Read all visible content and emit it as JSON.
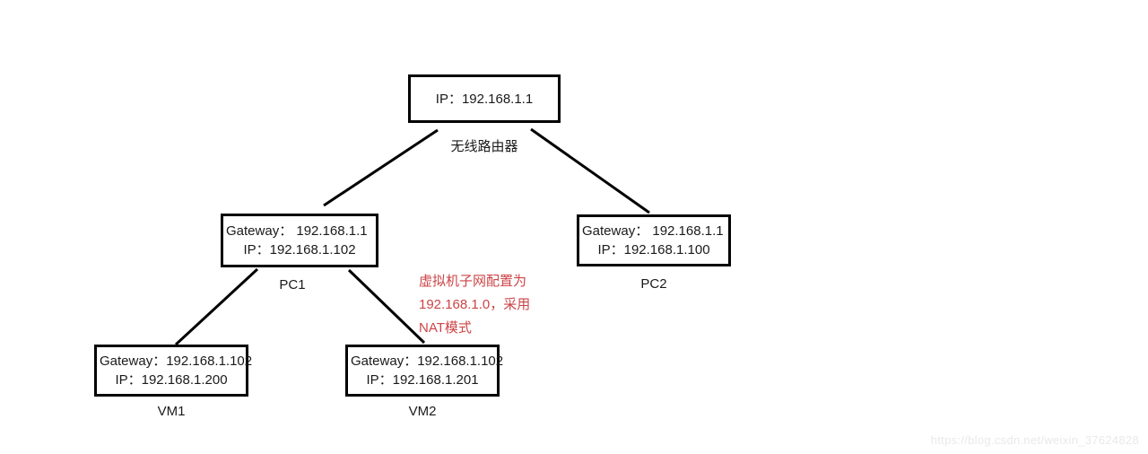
{
  "diagram": {
    "router": {
      "ip": "IP：192.168.1.1",
      "label": "无线路由器"
    },
    "pc1": {
      "gateway": "Gateway： 192.168.1.1",
      "ip": "IP：192.168.1.102",
      "label": "PC1"
    },
    "pc2": {
      "gateway": "Gateway： 192.168.1.1",
      "ip": "IP：192.168.1.100",
      "label": "PC2"
    },
    "vm1": {
      "gateway": "Gateway：192.168.1.102",
      "ip": "IP：192.168.1.200",
      "label": "VM1"
    },
    "vm2": {
      "gateway": "Gateway：192.168.1.102",
      "ip": "IP：192.168.1.201",
      "label": "VM2"
    },
    "note": {
      "line1": "虚拟机子网配置为",
      "line2": "192.168.1.0，采用",
      "line3": "NAT模式"
    },
    "watermark": "https://blog.csdn.net/weixin_37624828",
    "colors": {
      "line": "#000000",
      "box_border": "#000000",
      "note_red": "#cc4447",
      "watermark_gray": "#e9e9e9",
      "background": "#ffffff"
    }
  }
}
